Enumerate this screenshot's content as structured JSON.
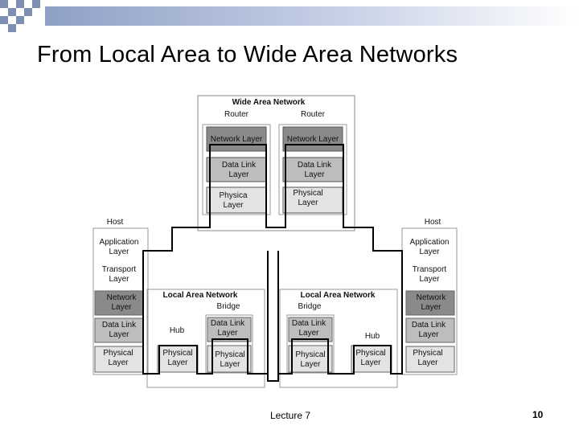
{
  "slide": {
    "title": "From Local Area to Wide Area Networks",
    "footer": "Lecture 7",
    "page_number": "10"
  },
  "diagram": {
    "wan": {
      "title": "Wide Area Network",
      "left_router": {
        "label": "Router",
        "layers": [
          "Network Layer",
          "Data Link Layer",
          "Physica Layer"
        ]
      },
      "right_router": {
        "label": "Router",
        "layers": [
          "Network Layer",
          "Data Link Layer",
          "Physical Layer"
        ]
      }
    },
    "left_host": {
      "label": "Host",
      "layers": [
        "Application Layer",
        "Transport Layer",
        "Network Layer",
        "Data Link Layer",
        "Physical Layer"
      ]
    },
    "right_host": {
      "label": "Host",
      "layers": [
        "Application Layer",
        "Transport Layer",
        "Network Layer",
        "Data Link Layer",
        "Physical Layer"
      ]
    },
    "left_lan": {
      "title": "Local Area Network",
      "hub": {
        "label": "Hub",
        "layers": [
          "Physical Layer"
        ]
      },
      "bridge": {
        "label": "Bridge",
        "layers": [
          "Data Link Layer",
          "Physical Layer"
        ]
      }
    },
    "right_lan": {
      "title": "Local Area Network",
      "bridge": {
        "label": "Bridge",
        "layers": [
          "Data Link Layer",
          "Physical Layer"
        ]
      },
      "hub": {
        "label": "Hub",
        "layers": [
          "Physical Layer"
        ]
      }
    }
  },
  "colors": {
    "network_layer": "#8a8a8a",
    "data_link_layer": "#bdbdbd",
    "physical_layer": "#e3e3e3",
    "upper_layer": "#ffffff",
    "header_squares": "#7f8fb3"
  }
}
